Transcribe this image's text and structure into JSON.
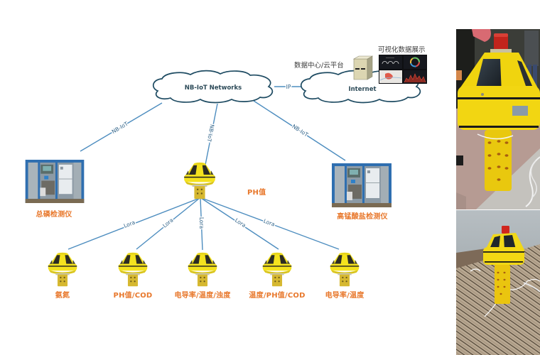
{
  "colors": {
    "label_orange": "#e8782c",
    "link_blue": "#4d8dbf",
    "cloud_outline": "#1e4b62",
    "cloud_text": "#2c4a58",
    "caption_gray": "#3c3c3c"
  },
  "network": {
    "nbiot_cloud_label": "NB-IoT Networks",
    "internet_cloud_label": "Internet",
    "ip_link_label": "IP",
    "datacenter_label": "数据中心/云平台",
    "visualization_label": "可视化数据展示"
  },
  "nbiot_links": [
    "NB-IoT",
    "NB-IoT",
    "NB-IoT"
  ],
  "gateway": {
    "label": "PH值"
  },
  "lora_links": [
    "Lora",
    "Lora",
    "Lora",
    "Lora",
    "Lora"
  ],
  "instruments": [
    {
      "name": "总磷检测仪"
    },
    {
      "name": "高锰酸盐检测仪"
    }
  ],
  "sensor_buoys": [
    {
      "parameters": "氨氮"
    },
    {
      "parameters": "PH值/COD"
    },
    {
      "parameters": "电导率/温度/浊度"
    },
    {
      "parameters": "温度/PH值/COD"
    },
    {
      "parameters": "电导率/温度"
    }
  ]
}
